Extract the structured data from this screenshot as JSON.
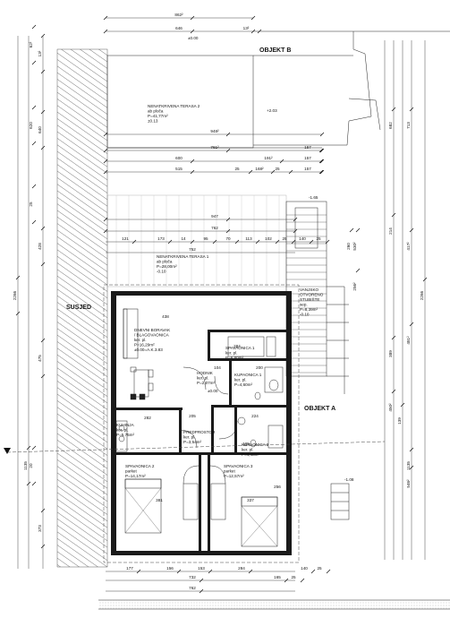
{
  "labels": {
    "objekt_b": "OBJEKT B",
    "objekt_a": "OBJEKT A",
    "susjed": "SUSJED"
  },
  "rooms": [
    {
      "name": "NENATKRIVENA TERASA 2",
      "sub": "ab ploča",
      "area": "P=41,77m²",
      "level": "±0.13"
    },
    {
      "name": "NENATKRIVENA TERASA 1",
      "sub": "ab ploča",
      "area": "P=28,00m²",
      "level": "-0.10"
    },
    {
      "name": "DNEVNI BORAVAK / BLAGOVAONICA",
      "sub": "ker. pl.",
      "area": "P=16,29m²",
      "level": "±0.00=A.K.3.83"
    },
    {
      "name": "SPAVAONICA 1",
      "sub": "ker. pl.",
      "area": "P=6,80m²"
    },
    {
      "name": "KUPAONICA 1",
      "sub": "ker. pl.",
      "area": "P=4,60m²"
    },
    {
      "name": "HODNIK",
      "sub": "ker. pl.",
      "area": "P=2,07m²"
    },
    {
      "name": "KUHINJA",
      "sub": "ker. pl.",
      "area": "P=5,75m²"
    },
    {
      "name": "PREDPROSTOR",
      "sub": "ker. pl.",
      "area": "P=3,54m²"
    },
    {
      "name": "KUPAONICA 2",
      "sub": "ker. pl.",
      "area": "P=4,48m²"
    },
    {
      "name": "SPAVAONICA 2",
      "sub": "parket",
      "area": "P=14,17m²"
    },
    {
      "name": "SPAVAONICA 3",
      "sub": "parket",
      "area": "P=12,57m²"
    },
    {
      "name": "VANJSKO OTVORENO STUBIŠTE",
      "sub": "sep.",
      "area": "P=8,39m²",
      "level": "-0.10"
    }
  ],
  "levels": {
    "top": "±0.00",
    "terrace2": "+2.03",
    "stair_top": "-1.65",
    "stair_bottom": "-1.08",
    "room": "±0.00"
  },
  "top_dims": [
    "862²",
    "646",
    "13²",
    "948²",
    "761²",
    "600",
    "191²",
    "157",
    "515",
    "25",
    "168²",
    "25",
    "157",
    "947",
    "762"
  ],
  "row_dims": [
    "121",
    "173",
    "14",
    "95",
    "70",
    "113",
    "102",
    "25",
    "140",
    "25",
    "752"
  ],
  "bottom_dims": [
    "177",
    "156",
    "153",
    "284",
    "165",
    "25",
    "762",
    "732",
    "140",
    "25"
  ],
  "interior_dims": [
    "438",
    "282",
    "337",
    "381",
    "224",
    "205",
    "284",
    "104",
    "200",
    "256",
    "165"
  ],
  "left_dims": [
    "2266",
    "1135",
    "640",
    "428",
    "475",
    "373",
    "620",
    "25",
    "20",
    "62²",
    "13²"
  ],
  "right_dims": [
    "2266",
    "1135",
    "682",
    "713",
    "214",
    "417²",
    "481²",
    "546²",
    "530²",
    "389",
    "450²",
    "256²",
    "260",
    "139"
  ]
}
